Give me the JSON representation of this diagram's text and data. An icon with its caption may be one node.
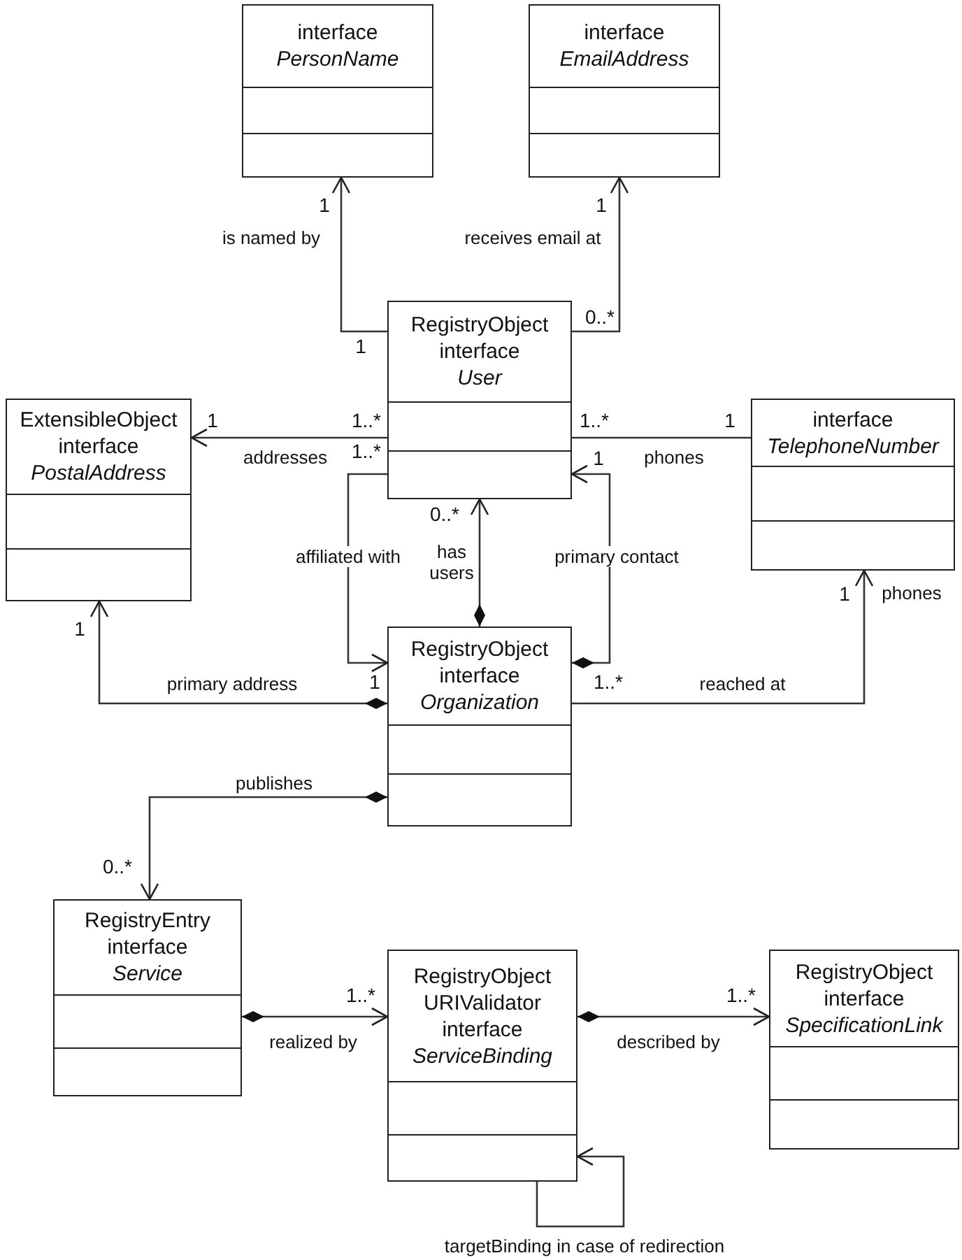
{
  "diagram": {
    "nodes": [
      {
        "text": [
          "interface",
          "PersonName"
        ]
      },
      {
        "text": [
          "interface",
          "EmailAddress"
        ]
      },
      {
        "text": [
          "RegistryObject",
          "interface",
          "User"
        ]
      },
      {
        "text": [
          "ExtensibleObject",
          "interface",
          "PostalAddress"
        ]
      },
      {
        "text": [
          "interface",
          "TelephoneNumber"
        ]
      },
      {
        "text": [
          "RegistryObject",
          "interface",
          "Organization"
        ]
      },
      {
        "text": [
          "RegistryEntry",
          "interface",
          "Service"
        ]
      },
      {
        "text": [
          "RegistryObject",
          "URIValidator",
          "interface",
          "ServiceBinding"
        ]
      },
      {
        "text": [
          "RegistryObject",
          "interface",
          "SpecificationLink"
        ]
      }
    ],
    "edges": [
      {
        "from": 2,
        "to": 0,
        "arrow": "to",
        "label": "is named by"
      },
      {
        "from": 2,
        "to": 1,
        "arrow": "to",
        "label": "receives email at"
      },
      {
        "from": 2,
        "to": 3,
        "arrow": "to",
        "label": "addresses"
      },
      {
        "from": 2,
        "to": 4,
        "arrow": "none",
        "label": "phones"
      },
      {
        "from": 2,
        "to": 5,
        "arrow": "to",
        "label": "affiliated with"
      },
      {
        "from": 5,
        "to": 2,
        "arrow": "to",
        "label": "has users"
      },
      {
        "from": 5,
        "to": 2,
        "arrow": "to",
        "label": "primary contact"
      },
      {
        "from": 5,
        "to": 3,
        "arrow": "to",
        "label": "primary address"
      },
      {
        "from": 5,
        "to": 4,
        "arrow": "to",
        "label": "reached at"
      },
      {
        "from": 5,
        "to": 6,
        "arrow": "to",
        "label": "publishes"
      },
      {
        "from": 6,
        "to": 7,
        "arrow": "to",
        "label": "realized by"
      },
      {
        "from": 7,
        "to": 8,
        "arrow": "to",
        "label": "described by"
      },
      {
        "from": 7,
        "to": 7,
        "arrow": "to",
        "label": "targetBinding in case of redirection"
      }
    ],
    "labels": [
      "1",
      "1",
      "0..*",
      "1",
      "1",
      "1..*",
      "1..*",
      "1",
      "1..*",
      "1",
      "phones",
      "0..*",
      "1",
      "1",
      "1",
      "1..*",
      "0..*",
      "1..*",
      "1..*"
    ]
  }
}
